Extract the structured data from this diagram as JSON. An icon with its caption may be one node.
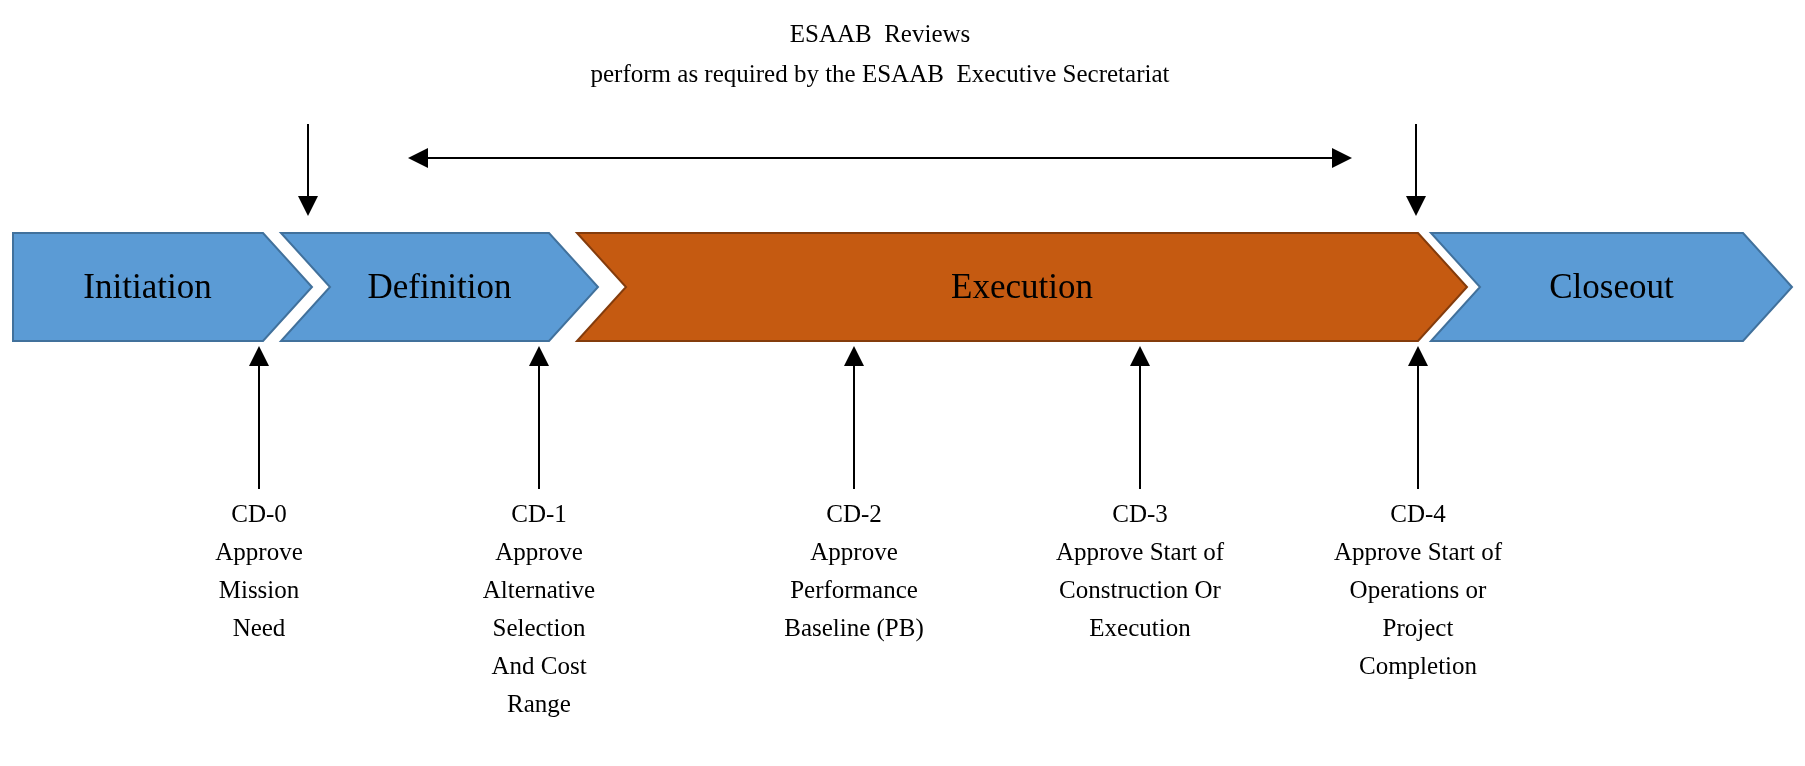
{
  "diagram": {
    "nodes": [
      {
        "text": [
          "Initiation"
        ]
      },
      {
        "text": [
          "Definition"
        ]
      },
      {
        "text": [
          "Execution"
        ]
      },
      {
        "text": [
          "Closeout"
        ]
      },
      {
        "text": [
          "CD-0",
          "Approve Mission Need"
        ]
      },
      {
        "text": [
          "CD-1",
          "Approve Alternative Selection And Cost Range"
        ]
      },
      {
        "text": [
          "CD-2",
          "Approve Performance Baseline (PB)"
        ]
      },
      {
        "text": [
          "CD-3",
          "Approve Start of Construction Or Execution"
        ]
      },
      {
        "text": [
          "CD-4",
          "Approve Start of Operations or Project Completion"
        ]
      }
    ],
    "edges": [
      {
        "from": null,
        "to": 1,
        "arrow": "to"
      },
      {
        "from": null,
        "to": 3,
        "arrow": "to"
      },
      {
        "from": 4,
        "to": 1,
        "arrow": "to"
      },
      {
        "from": 5,
        "to": 1,
        "arrow": "to"
      },
      {
        "from": 6,
        "to": 2,
        "arrow": "to"
      },
      {
        "from": 7,
        "to": 2,
        "arrow": "to"
      },
      {
        "from": 8,
        "to": 3,
        "arrow": "to"
      }
    ],
    "labels": [
      "ESAAB  Reviews",
      "perform as required by the ESAAB  Executive Secretariat"
    ]
  }
}
